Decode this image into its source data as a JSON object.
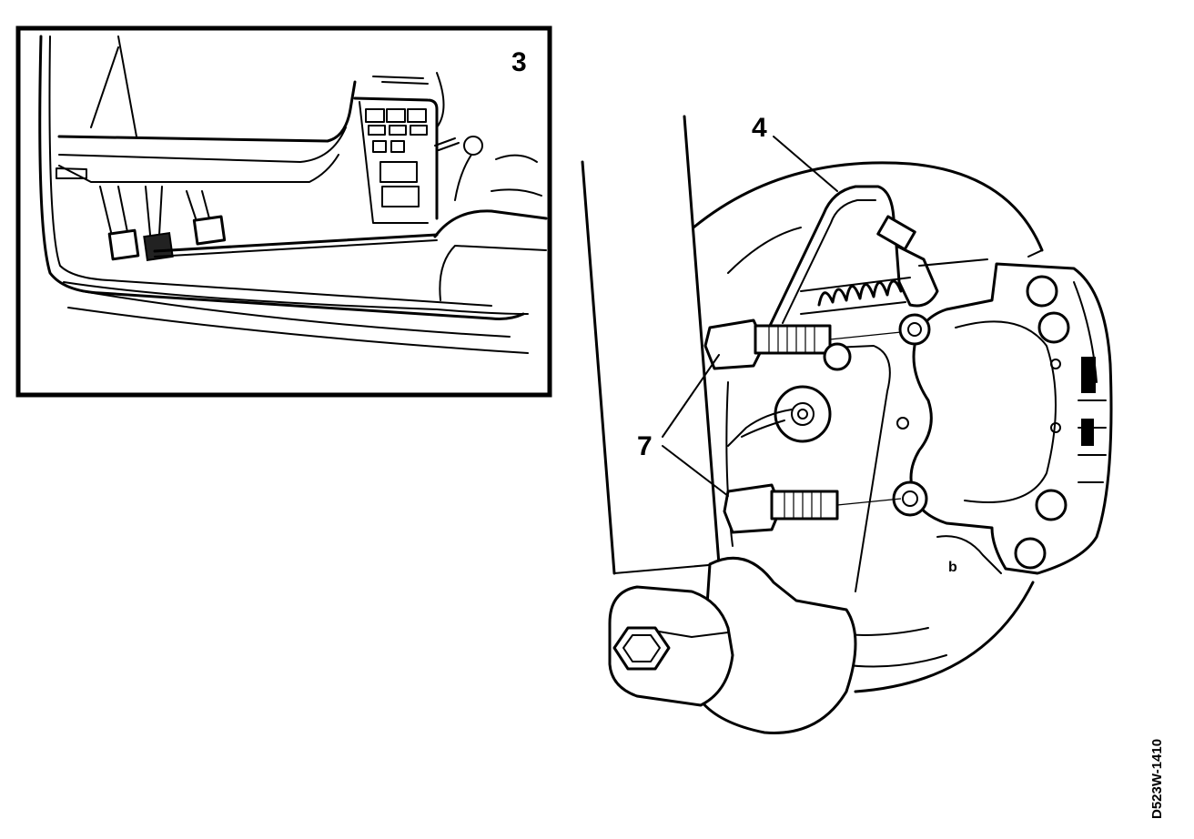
{
  "inset": {
    "callout": "3"
  },
  "main": {
    "callout_top": "4",
    "callout_left": "7",
    "mark_small": "b"
  },
  "figure_code": "D523W-1410"
}
